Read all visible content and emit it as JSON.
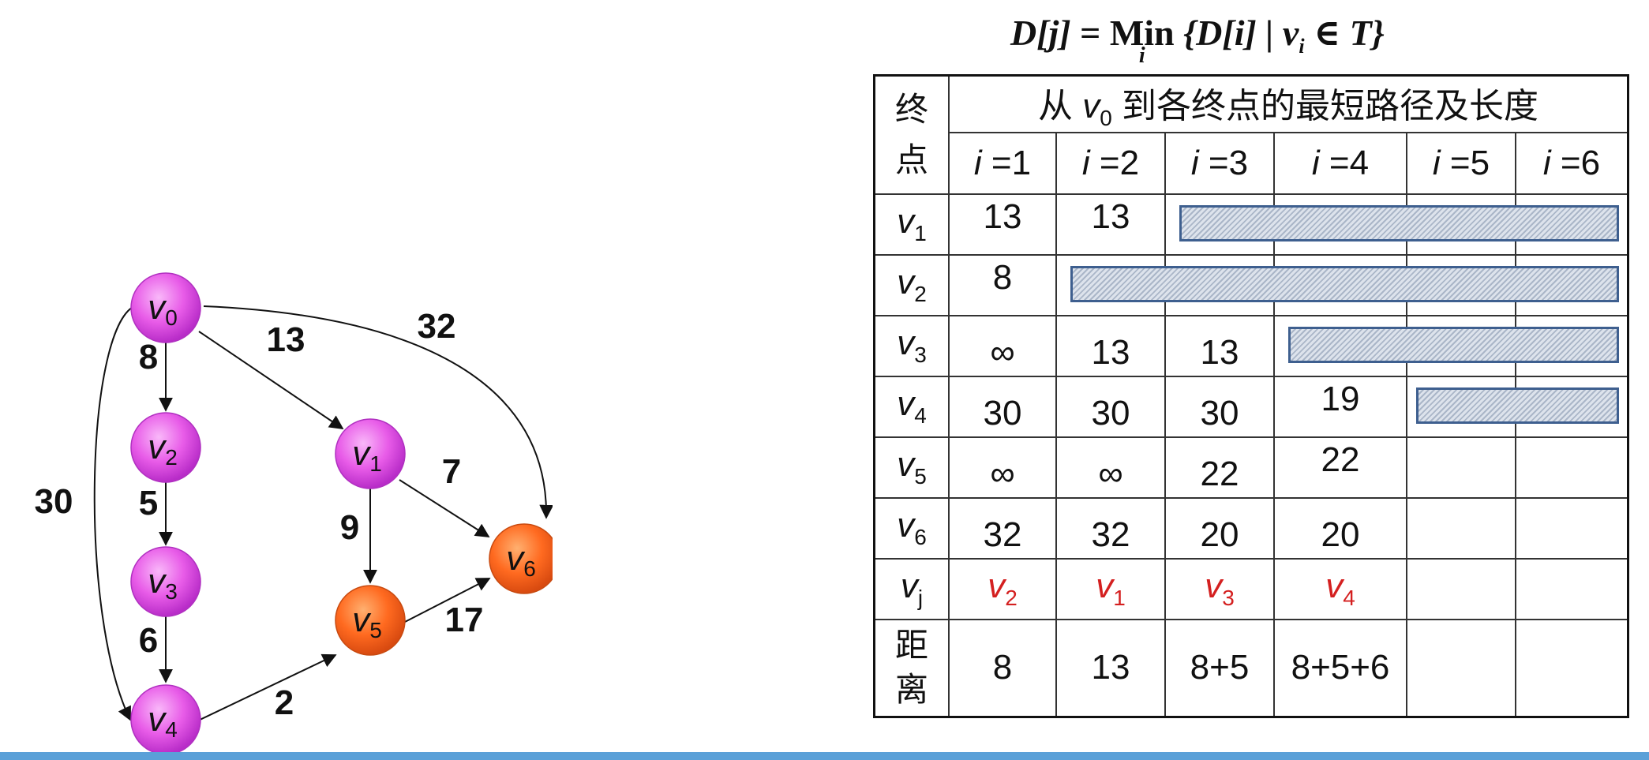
{
  "formula": {
    "lhs": "D[j]",
    "eq": "=",
    "op": "Min",
    "op_sub": "i",
    "set_open": "{D[i] | v",
    "set_sub": "i",
    "set_close": "∈ T}"
  },
  "graph": {
    "nodes": [
      {
        "id": "v0",
        "name": "v",
        "sub": "0",
        "color": "magenta"
      },
      {
        "id": "v1",
        "name": "v",
        "sub": "1",
        "color": "magenta"
      },
      {
        "id": "v2",
        "name": "v",
        "sub": "2",
        "color": "magenta"
      },
      {
        "id": "v3",
        "name": "v",
        "sub": "3",
        "color": "magenta"
      },
      {
        "id": "v4",
        "name": "v",
        "sub": "4",
        "color": "magenta"
      },
      {
        "id": "v5",
        "name": "v",
        "sub": "5",
        "color": "orange"
      },
      {
        "id": "v6",
        "name": "v",
        "sub": "6",
        "color": "orange"
      }
    ],
    "edges": [
      {
        "from": "v0",
        "to": "v2",
        "weight": "8"
      },
      {
        "from": "v0",
        "to": "v1",
        "weight": "13"
      },
      {
        "from": "v0",
        "to": "v6",
        "weight": "32"
      },
      {
        "from": "v0",
        "to": "v4",
        "weight": "30"
      },
      {
        "from": "v2",
        "to": "v3",
        "weight": "5"
      },
      {
        "from": "v3",
        "to": "v4",
        "weight": "6"
      },
      {
        "from": "v1",
        "to": "v6",
        "weight": "7"
      },
      {
        "from": "v1",
        "to": "v5",
        "weight": "9"
      },
      {
        "from": "v4",
        "to": "v5",
        "weight": "2"
      },
      {
        "from": "v5",
        "to": "v6",
        "weight": "17"
      }
    ],
    "colors": {
      "magenta_fill": "#e85ce8",
      "magenta_stroke": "#b030c0",
      "orange_fill": "#ff6a20",
      "orange_stroke": "#c84a10",
      "edge": "#111111"
    }
  },
  "table": {
    "header_terminal": "终点",
    "header_title_pre": "从 ",
    "header_title_v": "v",
    "header_title_sub": "0",
    "header_title_post": " 到各终点的最短路径及长度",
    "iterations": [
      "i =1",
      "i =2",
      "i =3",
      "i =4",
      "i =5",
      "i =6"
    ],
    "rows": [
      {
        "v": "v",
        "sub": "1",
        "cells": [
          "13",
          "13",
          "",
          "",
          "",
          ""
        ]
      },
      {
        "v": "v",
        "sub": "2",
        "cells": [
          "8",
          "",
          "",
          "",
          "",
          ""
        ]
      },
      {
        "v": "v",
        "sub": "3",
        "cells": [
          "∞",
          "13",
          "13",
          "",
          "",
          ""
        ]
      },
      {
        "v": "v",
        "sub": "4",
        "cells": [
          "30",
          "30",
          "30",
          "19",
          "",
          ""
        ]
      },
      {
        "v": "v",
        "sub": "5",
        "cells": [
          "∞",
          "∞",
          "22",
          "22",
          "",
          ""
        ]
      },
      {
        "v": "v",
        "sub": "6",
        "cells": [
          "32",
          "32",
          "20",
          "20",
          "",
          ""
        ]
      }
    ],
    "vj_row": {
      "v": "v",
      "sub": "j",
      "cells": [
        {
          "v": "v",
          "sub": "2"
        },
        {
          "v": "v",
          "sub": "1"
        },
        {
          "v": "v",
          "sub": "3"
        },
        {
          "v": "v",
          "sub": "4"
        },
        {
          "v": "",
          "sub": ""
        },
        {
          "v": "",
          "sub": ""
        }
      ]
    },
    "dist_row": {
      "label": "距离",
      "cells": [
        "8",
        "13",
        "8+5",
        "8+5+6",
        "",
        ""
      ]
    },
    "colors": {
      "selected_vertex": "#d42020",
      "bar_border": "#3e5f8f"
    }
  }
}
